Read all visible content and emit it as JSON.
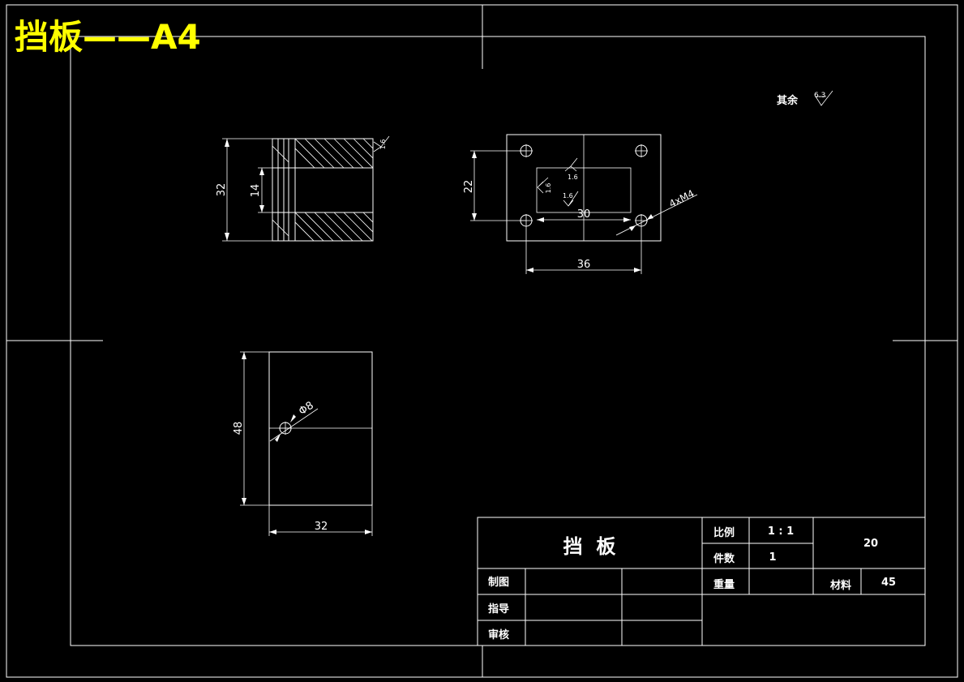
{
  "page_title": "挡板——A4",
  "surface_note": {
    "label": "其余",
    "roughness": "6.3"
  },
  "roughness_values": {
    "side_view": "1.6",
    "top_inner_1": "1.6",
    "top_inner_2": "1.6",
    "top_inner_3": "1.6"
  },
  "dimensions": {
    "side_height": "32",
    "side_bore": "14",
    "top_hole_spacing_v": "22",
    "top_slot_width": "30",
    "top_hole_spacing_h": "36",
    "top_thread": "4xM4",
    "front_height": "48",
    "front_width": "32",
    "front_hole": "Φ8"
  },
  "title_block": {
    "name": "挡  板",
    "scale_label": "比例",
    "scale_value": "1 : 1",
    "qty_label": "件数",
    "qty_value": "1",
    "weight_label": "重量",
    "drawing_no": "20",
    "material_label": "材料",
    "material_value": "45",
    "drawn_label": "制图",
    "guide_label": "指导",
    "review_label": "审核"
  }
}
